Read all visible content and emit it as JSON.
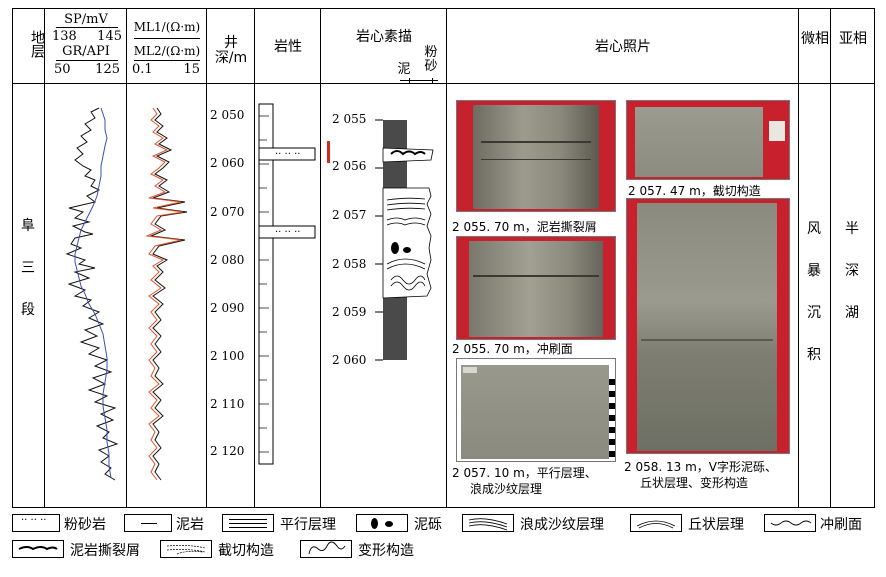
{
  "header": {
    "stratum": "地层",
    "sp_label": "SP/mV",
    "sp_range": [
      "138",
      "145"
    ],
    "gr_label": "GR/API",
    "gr_range": [
      "50",
      "125"
    ],
    "ml1_label": "ML1/(Ω·m)",
    "ml2_label": "ML2/(Ω·m)",
    "ml_range": [
      "0.1",
      "15"
    ],
    "depth": "井深/m",
    "lithology": "岩性",
    "core_sketch": "岩心素描",
    "grain_mud": "泥",
    "grain_silt": "粉砂",
    "core_photo": "岩心照片",
    "microfacies": "微相",
    "subfacies": "亚相"
  },
  "column_text": {
    "stratum": [
      "阜",
      "三",
      "段"
    ],
    "microfacies": [
      "风",
      "暴",
      "沉",
      "积"
    ],
    "subfacies": [
      "半",
      "深",
      "湖"
    ]
  },
  "depth_ticks": [
    "2 050",
    "2 060",
    "2 070",
    "2 080",
    "2 090",
    "2 100",
    "2 110",
    "2 120"
  ],
  "core_ticks": [
    "2 055",
    "2 056",
    "2 057",
    "2 058",
    "2 059",
    "2 060"
  ],
  "photos": [
    {
      "caption": "2 055. 70 m，泥岩撕裂屑"
    },
    {
      "caption": "2 055. 70 m，冲刷面"
    },
    {
      "caption_line1": "2 057. 10 m，平行层理、",
      "caption_line2": "浪成沙纹层理"
    },
    {
      "caption": "2 057. 47 m，截切构造"
    },
    {
      "caption_line1": "2 058. 13 m，V字形泥砾、",
      "caption_line2": "丘状层理、变形构造"
    }
  ],
  "legend": {
    "siltstone": "粉砂岩",
    "mudstone": "泥岩",
    "parallel": "平行层理",
    "mud_gravel": "泥砾",
    "wave_ripple": "浪成沙纹层理",
    "hummocky": "丘状层理",
    "scour": "冲刷面",
    "rip_up": "泥岩撕裂屑",
    "truncation": "截切构造",
    "deformation": "变形构造"
  },
  "colors": {
    "photo_red_bg": "#c8202c",
    "rock_gray": "#8e8f86",
    "ml2_curve": "#e0522a",
    "sp_curve": "#3b4fb0",
    "core_dark": "#4a4a4a",
    "marker_red": "#d42a1e"
  }
}
